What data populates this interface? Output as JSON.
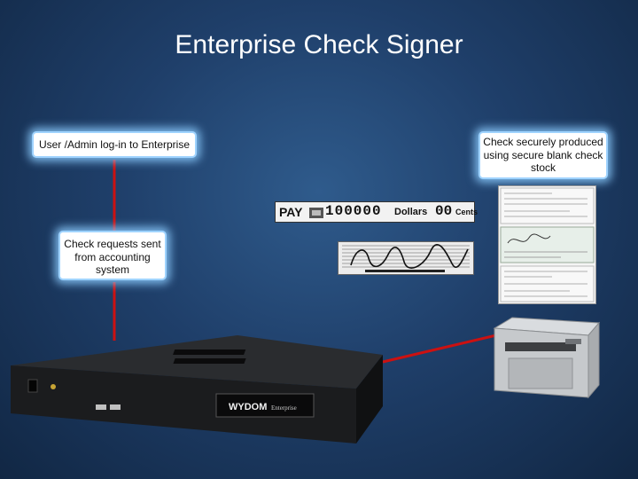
{
  "title": "Enterprise Check Signer",
  "callouts": {
    "login": "User /Admin log-in to Enterprise",
    "requests": "Check requests sent from accounting system",
    "secure": "Check securely produced using secure blank check stock"
  },
  "pay_strip": {
    "pay_label": "PAY",
    "amount": "100000",
    "dollars_label": "Dollars",
    "cents_value": "00",
    "cents_label": "Cents"
  },
  "device": {
    "brand_label": "WYDOM",
    "model_label": "Enterprise"
  },
  "colors": {
    "connector": "#cc1111",
    "callout_glow": "#8ccdff",
    "background": "#1f3f6a"
  }
}
